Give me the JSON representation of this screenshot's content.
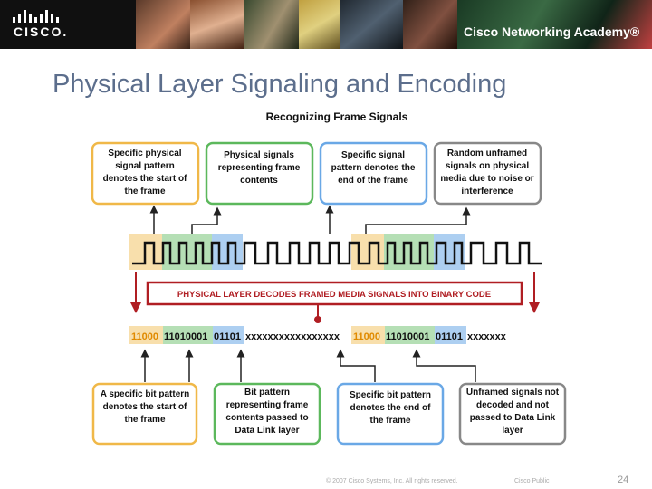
{
  "header": {
    "logo_text": "CISCO.",
    "academy_text": "Cisco Networking Academy®"
  },
  "slide": {
    "title": "Physical Layer Signaling and Encoding",
    "diagram_title": "Recognizing Frame Signals"
  },
  "top_boxes": [
    {
      "text": "Specific physical signal pattern denotes the start of the frame",
      "color": "#f0b848"
    },
    {
      "text": "Physical signals representing frame contents",
      "color": "#5cb85c"
    },
    {
      "text": "Specific signal pattern denotes the end of the frame",
      "color": "#6aa8e6"
    },
    {
      "text": "Random unframed signals on physical media due to noise or interference",
      "color": "#888888"
    }
  ],
  "decode_bar": "PHYSICAL LAYER DECODES FRAMED MEDIA SIGNALS INTO BINARY CODE",
  "binary": [
    {
      "text": "11000",
      "color": "#f0b848"
    },
    {
      "text": "11010001",
      "color": "#5cb85c"
    },
    {
      "text": "01101",
      "color": "#6aa8e6"
    },
    {
      "text": "xxxxxxxxxxxxxxxxx",
      "color": ""
    },
    {
      "text": "11000",
      "color": "#f0b848"
    },
    {
      "text": "11010001",
      "color": "#5cb85c"
    },
    {
      "text": "01101",
      "color": "#6aa8e6"
    },
    {
      "text": "xxxxxxx",
      "color": ""
    }
  ],
  "bottom_boxes": [
    {
      "text": "A specific bit pattern denotes the start of the frame",
      "color": "#f0b848"
    },
    {
      "text": "Bit pattern representing frame contents passed to Data Link layer",
      "color": "#5cb85c"
    },
    {
      "text": "Specific bit pattern denotes the end of the frame",
      "color": "#6aa8e6"
    },
    {
      "text": "Unframed signals not decoded and not passed to Data Link layer",
      "color": "#888888"
    }
  ],
  "footer": {
    "copyright": "© 2007 Cisco Systems, Inc. All rights reserved.",
    "classification": "Cisco Public",
    "page_number": "24"
  },
  "colors": {
    "orange": "#f0b848",
    "green": "#5cb85c",
    "blue": "#6aa8e6",
    "gray": "#888888",
    "red": "#b01e23",
    "title": "#5c6e8c"
  }
}
